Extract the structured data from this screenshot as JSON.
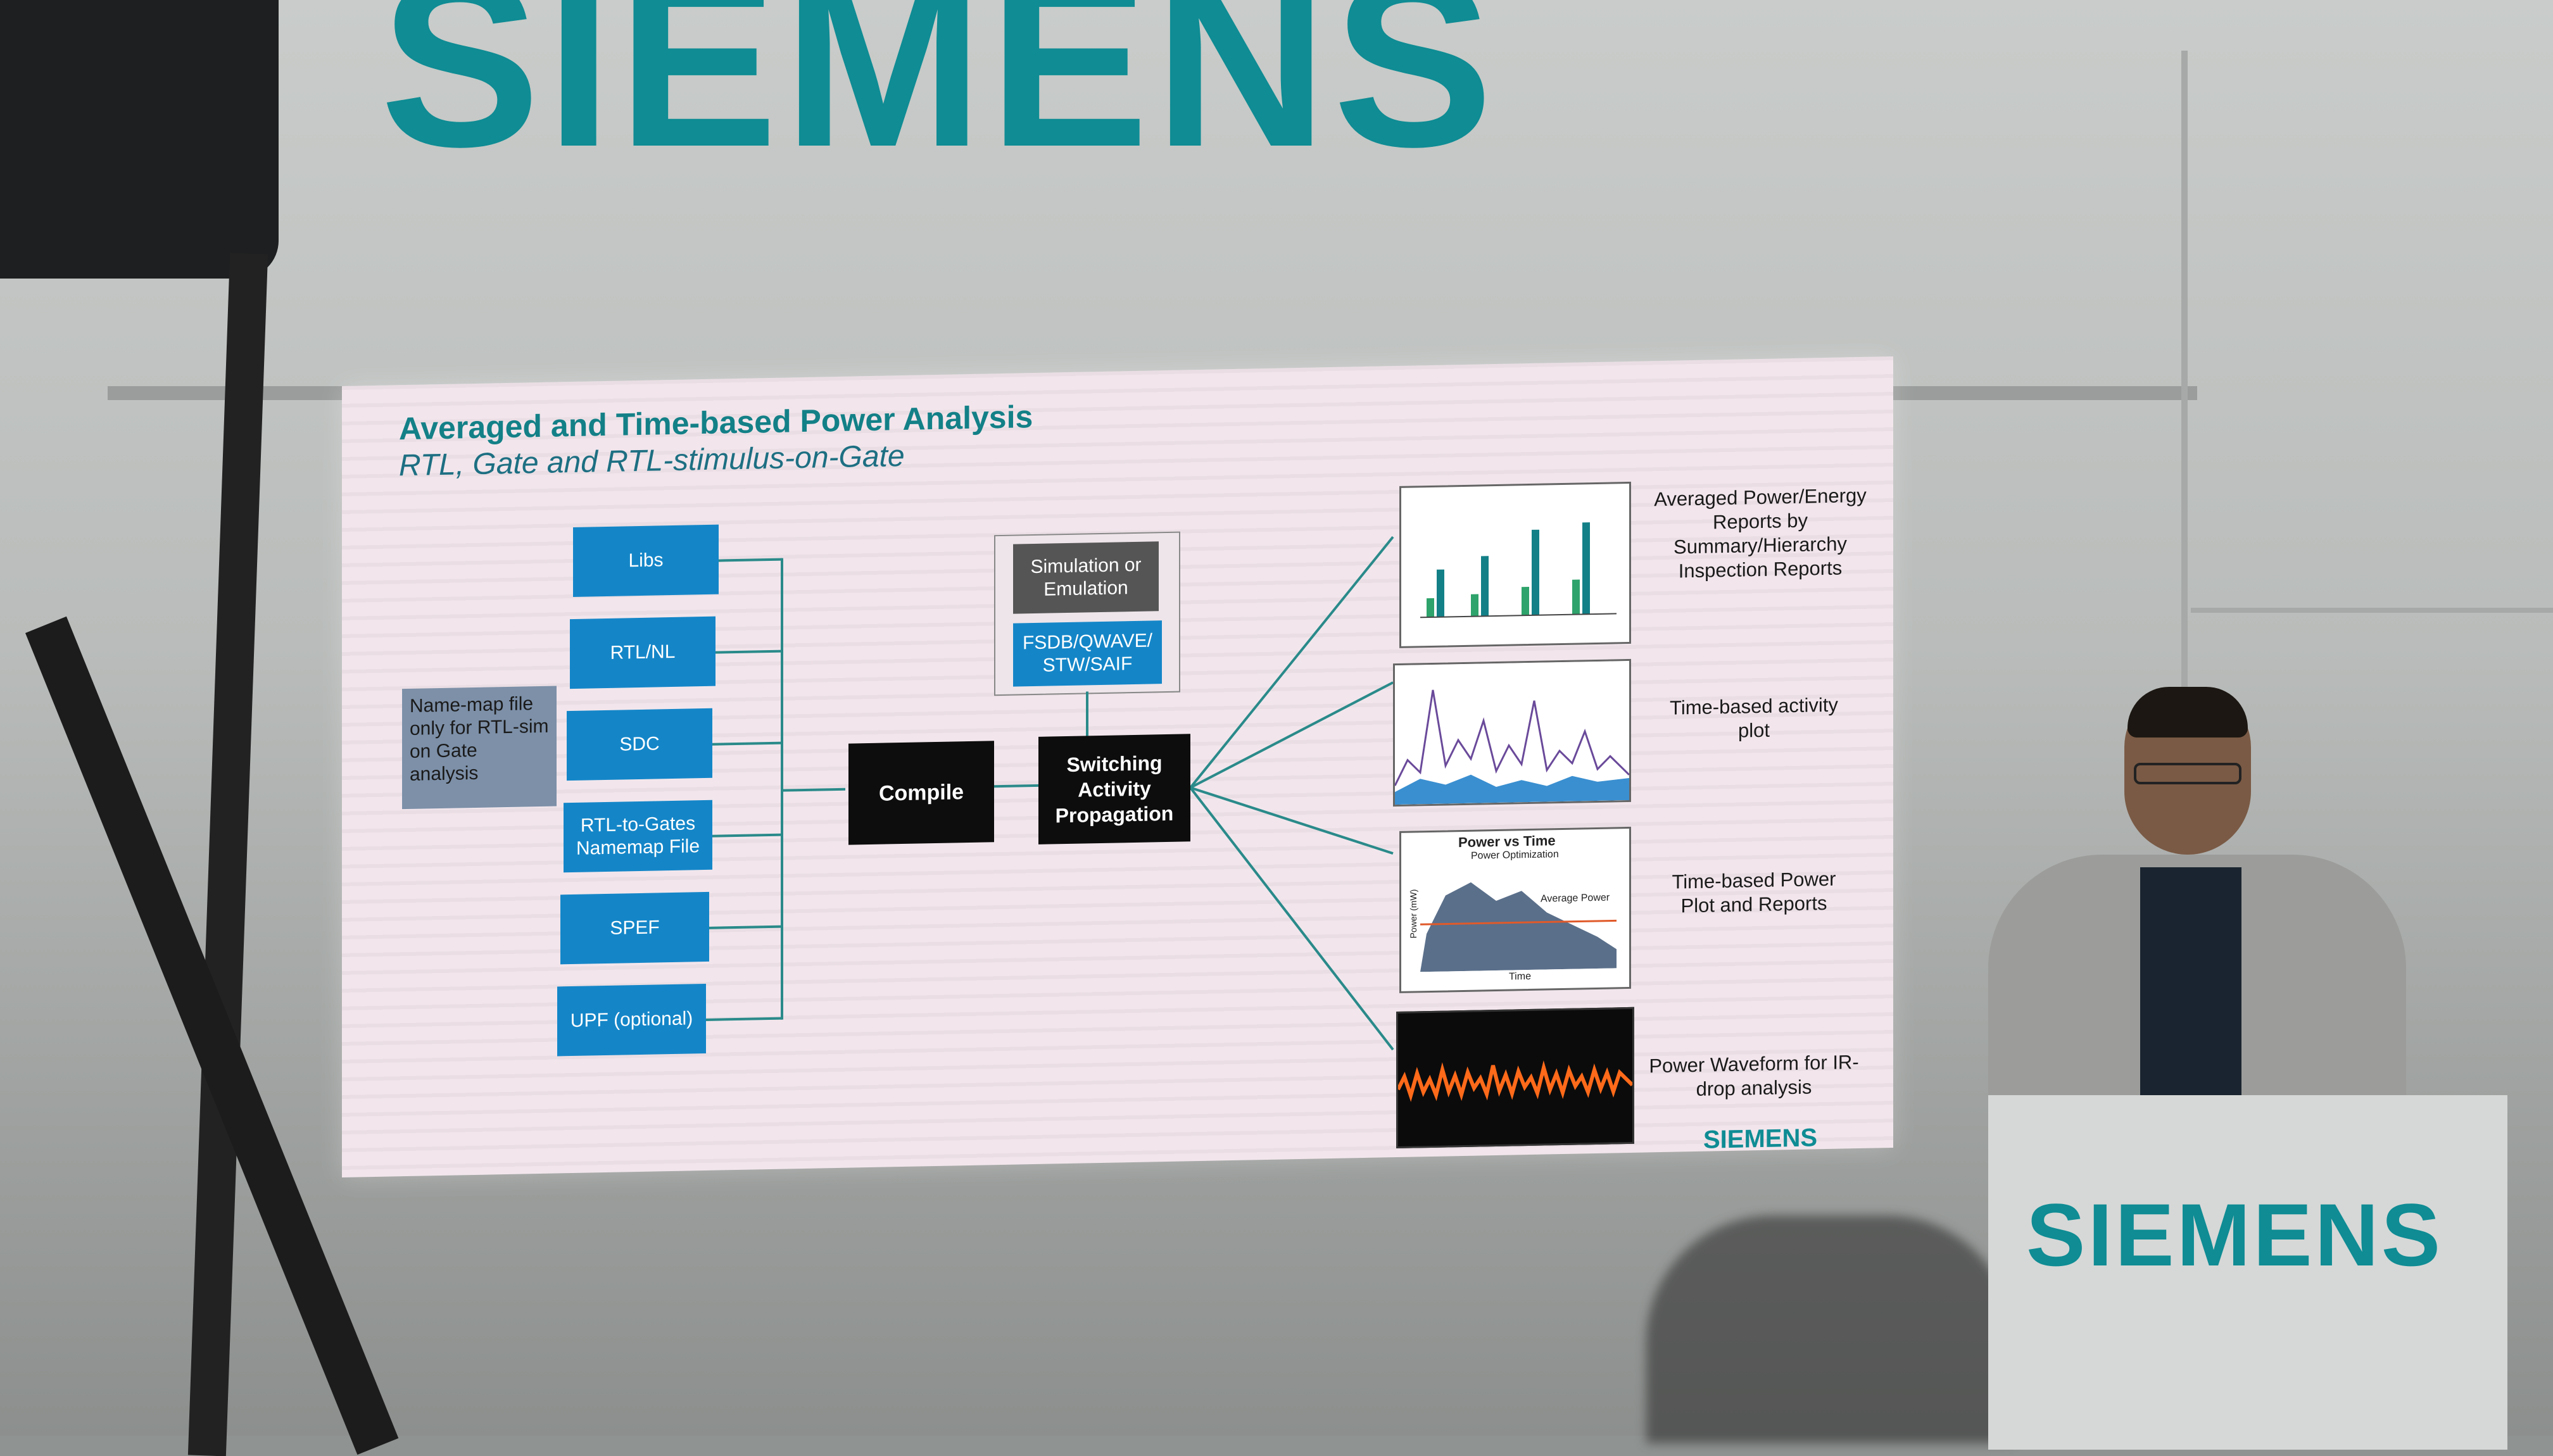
{
  "backdrop": {
    "brand_text": "SIEMENS"
  },
  "slide": {
    "title": "Averaged and Time-based Power Analysis",
    "subtitle": "RTL, Gate and RTL-stimulus-on-Gate",
    "inputs": [
      "Libs",
      "RTL/NL",
      "SDC",
      "RTL-to-Gates Namemap File",
      "SPEF",
      "UPF (optional)"
    ],
    "callout": "Name-map file only for RTL-sim on Gate analysis",
    "compile": "Compile",
    "simulation": "Simulation or Emulation",
    "formats": "FSDB/QWAVE/ STW/SAIF",
    "propagation": "Switching Activity Propagation",
    "outputs": [
      "Averaged Power/Energy Reports by Summary/Hierarchy Inspection Reports",
      "Time-based activity plot",
      "Time-based Power Plot and Reports",
      "Power Waveform for IR-drop analysis"
    ],
    "thumb_power_vs_time": {
      "title": "Power vs Time",
      "optimization": "Power Optimization",
      "average": "Average Power",
      "xlabel": "Time",
      "ylabel": "Power (mW)"
    },
    "footer_logo": "SIEMENS"
  },
  "podium": {
    "logo": "SIEMENS"
  },
  "colors": {
    "teal": "#0f8c94",
    "input_blue": "#1486c8",
    "block_black": "#0d0d0d"
  }
}
